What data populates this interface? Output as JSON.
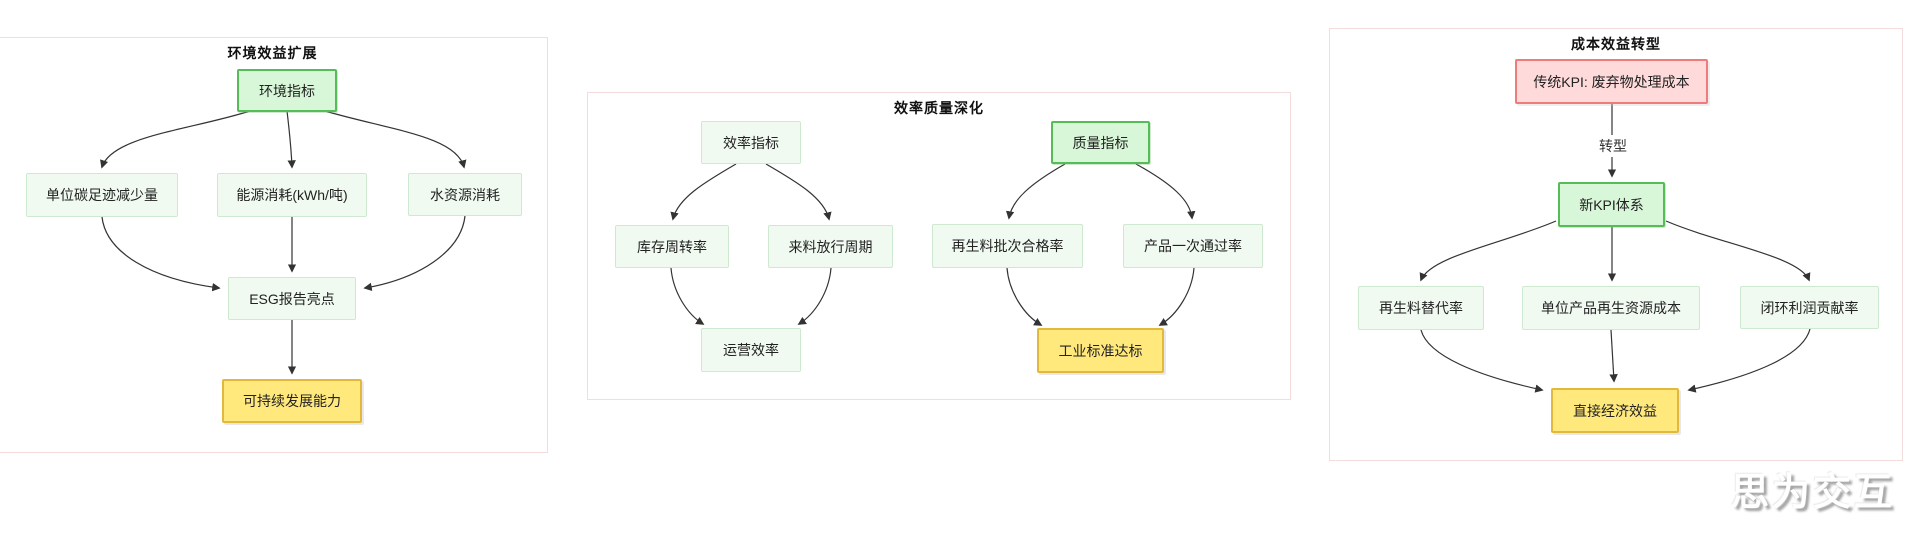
{
  "watermark": "思为交互",
  "colors": {
    "panel_border": "#f3dcdc",
    "node_green_strong_fill": "#d8f6d8",
    "node_green_strong_border": "#56bc58",
    "node_green_pale_fill": "#f0faf1",
    "node_green_pale_border": "#cfe9d0",
    "node_yellow_fill": "#ffe97d",
    "node_yellow_border": "#e3b93d",
    "node_pink_fill": "#ffdadb",
    "node_pink_border": "#ef7b7b",
    "edge": "#333333"
  },
  "panel_env": {
    "title": "环境效益扩展",
    "nodes": {
      "root": "环境指标",
      "carbon": "单位碳足迹减少量",
      "energy": "能源消耗(kWh/吨)",
      "water": "水资源消耗",
      "esg": "ESG报告亮点",
      "sustainability": "可持续发展能力"
    }
  },
  "panel_eff": {
    "title": "效率质量深化",
    "nodes": {
      "efficiency": "效率指标",
      "inventory_turnover": "库存周转率",
      "incoming_release": "来料放行周期",
      "operational_efficiency": "运营效率",
      "quality": "质量指标",
      "recycled_batch_pass": "再生料批次合格率",
      "product_first_pass": "产品一次通过率",
      "industry_standard": "工业标准达标"
    }
  },
  "panel_cost": {
    "title": "成本效益转型",
    "edge_label_transform": "转型",
    "nodes": {
      "traditional_kpi": "传统KPI: 废弃物处理成本",
      "new_kpi": "新KPI体系",
      "recycled_substitution": "再生料替代率",
      "unit_recycled_cost": "单位产品再生资源成本",
      "closed_loop_profit": "闭环利润贡献率",
      "direct_economic": "直接经济效益"
    }
  }
}
